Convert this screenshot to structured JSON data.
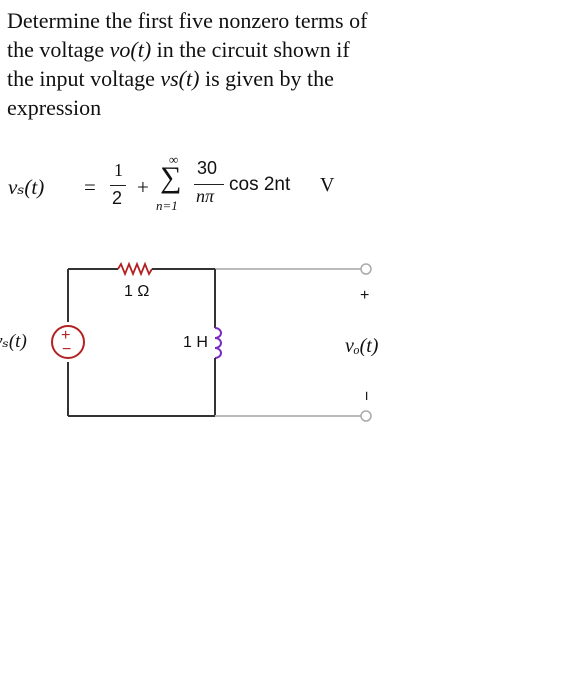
{
  "problem": {
    "line1": "Determine the first five nonzero terms of",
    "line2_a": "the voltage ",
    "line2_var": "vo(t)",
    "line2_b": " in the circuit shown if",
    "line3_a": "the input voltage ",
    "line3_var": "vs(t)",
    "line3_b": " is given by the",
    "line4": "expression"
  },
  "equation": {
    "lhs": "vₛ(t)",
    "equals": "=",
    "half_num": "1",
    "half_den": "2",
    "plus": "+",
    "sum_upper": "∞",
    "sum_symbol": "∑",
    "sum_lower": "n=1",
    "frac_num": "30",
    "frac_den": "nπ",
    "cos_term": "cos 2nt",
    "unit": "V"
  },
  "circuit": {
    "resistor_label": "1 Ω",
    "inductor_label": "1 H",
    "source_label": "vₛ(t)",
    "source_plus": "+",
    "source_minus": "−",
    "output_label": "vₒ(t)",
    "output_plus": "+",
    "output_minus": "−"
  }
}
